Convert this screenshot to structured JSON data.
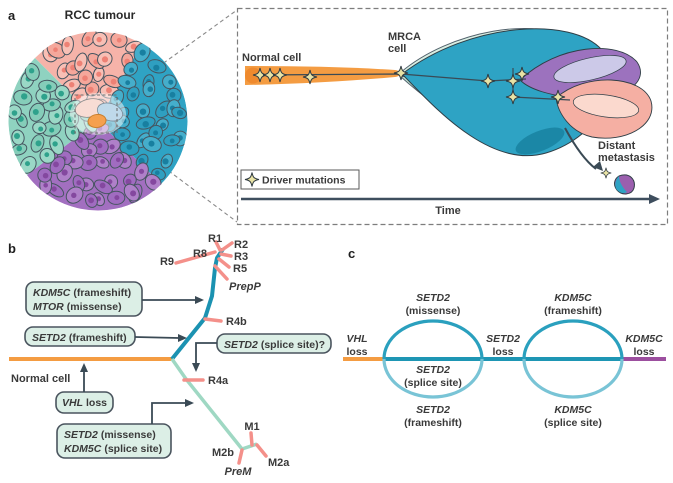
{
  "figure": {
    "panel_a": {
      "panel_label": "a",
      "tumour_title": "RCC tumour",
      "normal_cell_label": "Normal cell",
      "mrca_label_line1": "MRCA",
      "mrca_label_line2": "cell",
      "distant_label_line1": "Distant",
      "distant_label_line2": "metastasis",
      "driver_mutations_legend": "Driver mutations",
      "time_axis_label": "Time"
    },
    "panel_b": {
      "panel_label": "b",
      "normal_cell_label": "Normal cell",
      "annotation_boxes": [
        {
          "lines": [
            {
              "gene": "KDM5C",
              "rest": "(frameshift)"
            },
            {
              "gene": "MTOR",
              "rest": "(missense)"
            }
          ]
        },
        {
          "lines": [
            {
              "gene": "SETD2",
              "rest": "(frameshift)"
            }
          ]
        },
        {
          "lines": [
            {
              "gene": "SETD2",
              "rest": "(splice site)?"
            }
          ]
        },
        {
          "lines": [
            {
              "gene": "VHL",
              "rest": "loss"
            }
          ]
        },
        {
          "lines": [
            {
              "gene": "SETD2",
              "rest": "(missense)"
            },
            {
              "gene": "KDM5C",
              "rest": "(splice site)"
            }
          ]
        }
      ],
      "tip_labels": {
        "r1": "R1",
        "r2": "R2",
        "r3": "R3",
        "r5": "R5",
        "r8": "R8",
        "r9": "R9",
        "prepp": "PrepP",
        "r4b": "R4b",
        "r4a": "R4a",
        "m1": "M1",
        "m2a": "M2a",
        "m2b": "M2b",
        "prem": "PreM"
      }
    },
    "panel_c": {
      "panel_label": "c",
      "trunk_labels": [
        {
          "gene": "VHL",
          "rest": "loss"
        },
        {
          "gene": "SETD2",
          "rest": "loss"
        },
        {
          "gene": "KDM5C",
          "rest": "loss"
        }
      ],
      "loop1": {
        "above": {
          "gene": "SETD2",
          "rest": "(missense)"
        },
        "inside": {
          "gene": "SETD2",
          "rest": "(splice site)"
        },
        "below": {
          "gene": "SETD2",
          "rest": "(frameshift)"
        }
      },
      "loop2": {
        "above": {
          "gene": "KDM5C",
          "rest": "(frameshift)"
        },
        "below": {
          "gene": "KDM5C",
          "rest": "(splice site)"
        }
      }
    },
    "colors": {
      "orange": "#F49C42",
      "teal_dark": "#1B92B1",
      "teal_mid": "#2EA3C4",
      "teal_light": "#79C4D6",
      "green_light": "#9FD8C3",
      "purple": "#9B5FAE",
      "salmon_tick": "#F4908A",
      "box_fill": "#DCEFE6",
      "box_border": "#4A545E",
      "arrow": "#3A4A55",
      "star_fill": "#E9E3A5",
      "tumour_salmon": "#F6B3A9",
      "tumour_teal": "#2FA3C4",
      "tumour_purple": "#A26FC0",
      "tumour_green": "#8FD2C0"
    }
  }
}
